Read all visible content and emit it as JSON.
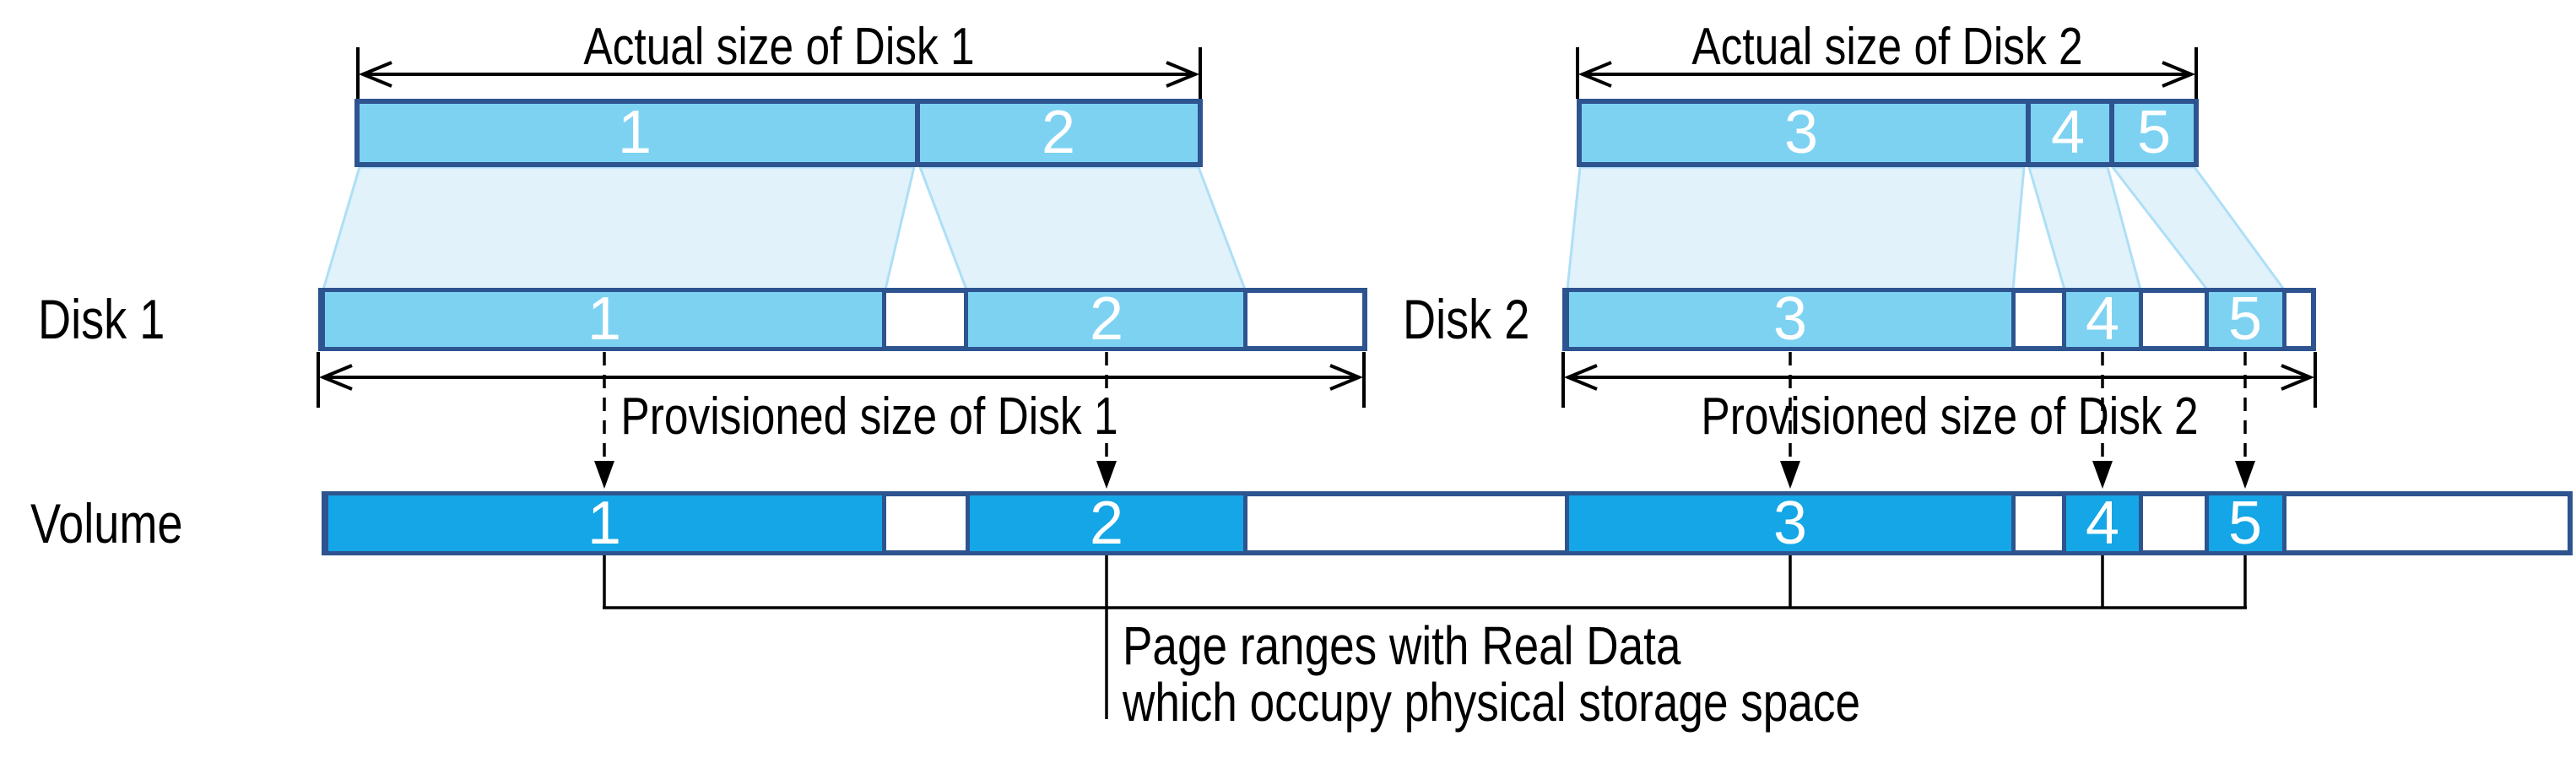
{
  "colors": {
    "border_navy": "#2e5490",
    "segment_sky_blue": "#7dd2f2",
    "volume_blue": "#14a6e6",
    "funnel_fill": "#e1f2fb",
    "funnel_edge": "#aedff6",
    "line_black": "#000000",
    "number_text": "#ffffff"
  },
  "disk1": {
    "row_label": "Disk 1",
    "actual_size_label": "Actual size of Disk 1",
    "provisioned_size_label": "Provisioned size of Disk 1",
    "actual_segments": [
      "1",
      "2"
    ],
    "provisioned_segments": [
      "1",
      "2"
    ]
  },
  "disk2": {
    "row_label": "Disk 2",
    "actual_size_label": "Actual size of Disk 2",
    "provisioned_size_label": "Provisioned size of Disk 2",
    "actual_segments": [
      "3",
      "4",
      "5"
    ],
    "provisioned_segments": [
      "3",
      "4",
      "5"
    ]
  },
  "volume": {
    "row_label": "Volume",
    "segments": [
      "1",
      "2",
      "3",
      "4",
      "5"
    ]
  },
  "annotation": {
    "line1": "Page ranges with Real Data",
    "line2": "which occupy physical storage space"
  }
}
